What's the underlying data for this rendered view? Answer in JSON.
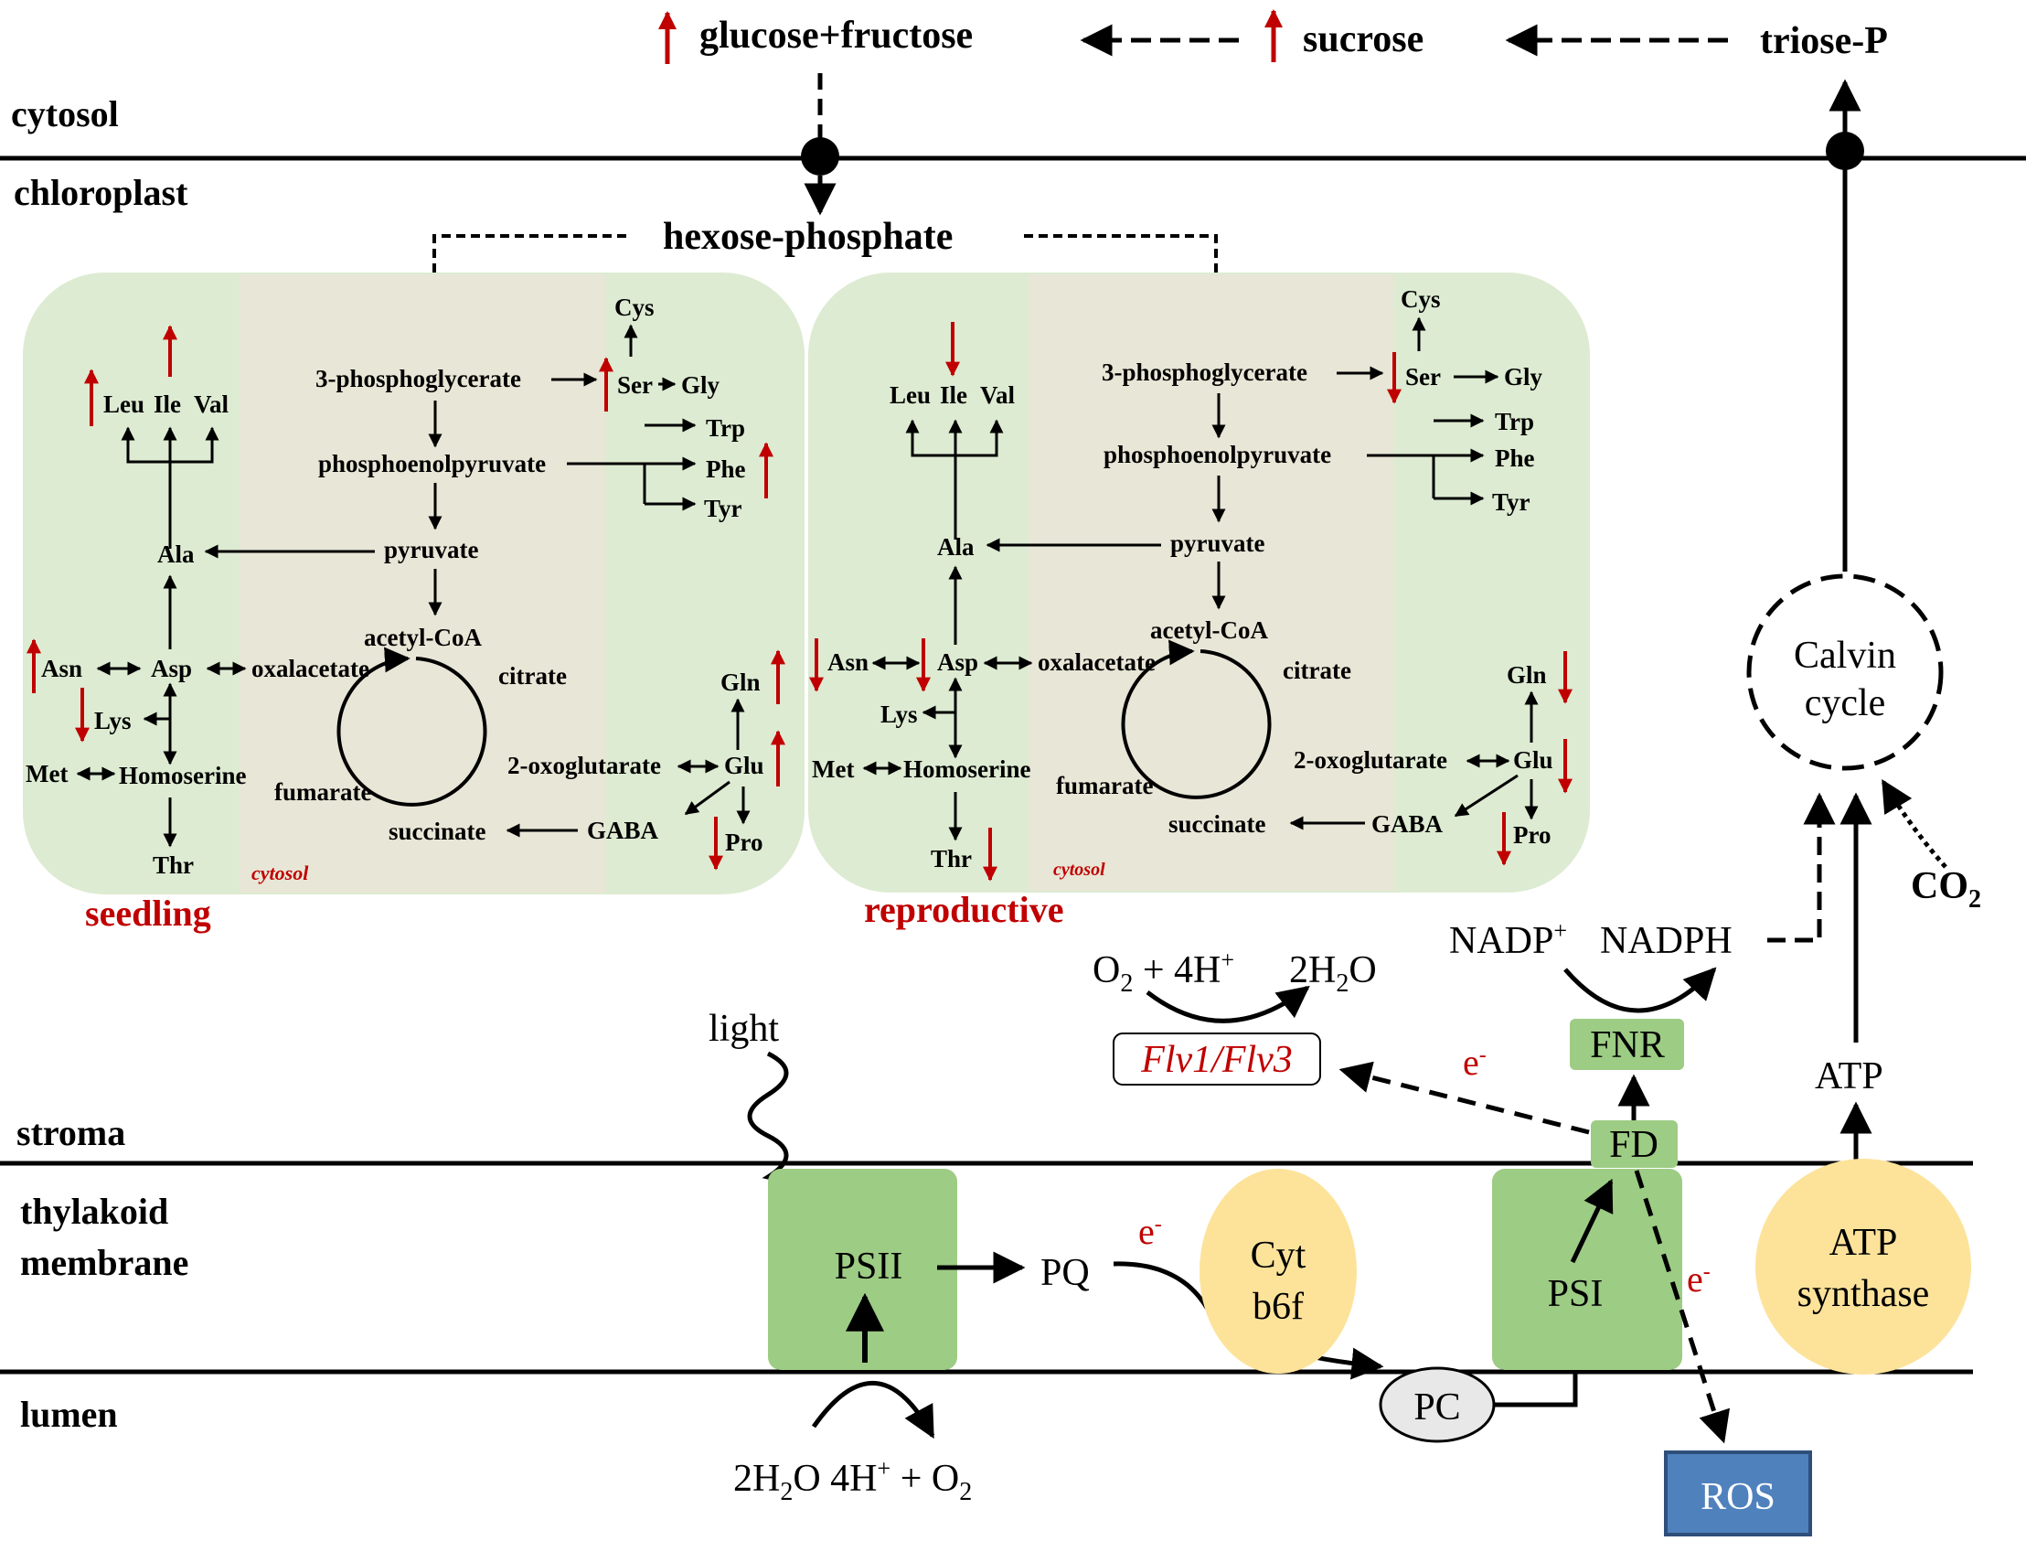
{
  "compartments": {
    "cytosol": "cytosol",
    "chloroplast": "chloroplast",
    "stroma": "stroma",
    "thylakoid_line1": "thylakoid",
    "thylakoid_line2": "membrane",
    "lumen": "lumen"
  },
  "top_sugars": {
    "glucose_fructose": "glucose+fructose",
    "sucrose": "sucrose",
    "triose_p": "triose-P",
    "hexose_phosphate": "hexose-phosphate"
  },
  "seedling_panel": {
    "title": "seedling",
    "cytosol_tag": "cytosol",
    "metabolites": {
      "cys": "Cys",
      "ser": "Ser",
      "gly": "Gly",
      "pga": "3-phosphoglycerate",
      "leu": "Leu",
      "ile": "Ile",
      "val": "Val",
      "trp": "Trp",
      "phe": "Phe",
      "tyr": "Tyr",
      "pep": "phosphoenolpyruvate",
      "ala": "Ala",
      "pyruvate": "pyruvate",
      "acetyl_coa": "acetyl-CoA",
      "asn": "Asn",
      "asp": "Asp",
      "oxalacetate": "oxalacetate",
      "citrate": "citrate",
      "lys": "Lys",
      "gln": "Gln",
      "met": "Met",
      "homoserine": "Homoserine",
      "oxoglutarate": "2-oxoglutarate",
      "glu": "Glu",
      "fumarate": "fumarate",
      "succinate": "succinate",
      "gaba": "GABA",
      "pro": "Pro",
      "thr": "Thr"
    },
    "changes": {
      "ile": "up",
      "leu": "up",
      "ser": "up",
      "phe": "up",
      "asn": "up",
      "lys": "down",
      "gln": "up",
      "glu": "up",
      "pro": "down"
    }
  },
  "reproductive_panel": {
    "title": "reproductive",
    "cytosol_tag": "cytosol",
    "metabolites": {
      "cys": "Cys",
      "ser": "Ser",
      "gly": "Gly",
      "pga": "3-phosphoglycerate",
      "leu": "Leu",
      "ile": "Ile",
      "val": "Val",
      "trp": "Trp",
      "phe": "Phe",
      "tyr": "Tyr",
      "pep": "phosphoenolpyruvate",
      "ala": "Ala",
      "pyruvate": "pyruvate",
      "acetyl_coa": "acetyl-CoA",
      "asn": "Asn",
      "asp": "Asp",
      "oxalacetate": "oxalacetate",
      "citrate": "citrate",
      "lys": "Lys",
      "gln": "Gln",
      "met": "Met",
      "homoserine": "Homoserine",
      "oxoglutarate": "2-oxoglutarate",
      "glu": "Glu",
      "fumarate": "fumarate",
      "succinate": "succinate",
      "gaba": "GABA",
      "pro": "Pro",
      "thr": "Thr"
    },
    "changes": {
      "ile": "down",
      "ser": "down",
      "asn": "down",
      "asp": "down",
      "thr": "down",
      "gln": "down",
      "glu": "down",
      "pro": "down"
    }
  },
  "calvin": {
    "line1": "Calvin",
    "line2": "cycle",
    "co2": "CO2"
  },
  "electron_transport": {
    "nadp": "NADP+",
    "nadph": "NADPH",
    "o2_reaction_left": "O2 + 4H+",
    "o2_reaction_right": "2H2O",
    "flv": "Flv1/Flv3",
    "fnr": "FNR",
    "fd": "FD",
    "atp": "ATP",
    "light": "light",
    "psii": "PSII",
    "psi": "PSI",
    "pq": "PQ",
    "pc": "PC",
    "cyt_line1": "Cyt",
    "cyt_line2": "b6f",
    "atp_synthase_line1": "ATP",
    "atp_synthase_line2": "synthase",
    "electron": "e-",
    "water_left": "2H2O",
    "water_right": "4H+ + O2",
    "ros": "ROS"
  },
  "colors": {
    "up_down_arrow": "#c00000",
    "panel_green": "#ddebd2",
    "panel_cytosol": "#e8e6d6",
    "photosystem_green": "#9dcc84",
    "yellow": "#fde39a",
    "ros_blue": "#4f81bd"
  }
}
